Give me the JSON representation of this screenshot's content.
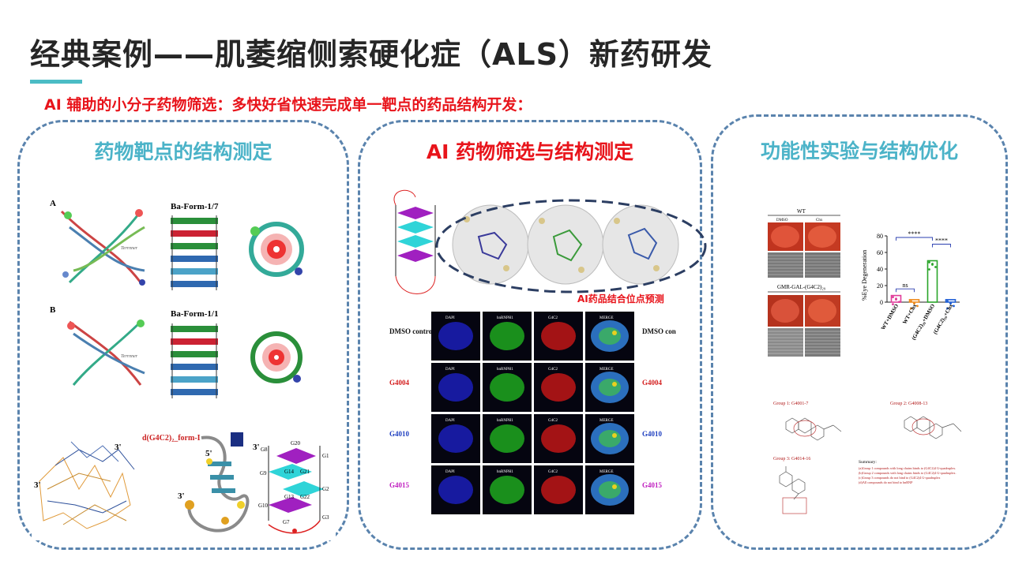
{
  "title": "经典案例——肌萎缩侧索硬化症（ALS）新药研发",
  "subtitle": "AI 辅助的小分子药物筛选：多快好省快速完成单一靶点的药品结构开发：",
  "colors": {
    "teal": "#4bbcc5",
    "red": "#e8141b",
    "panel_border": "#5a83ad"
  },
  "panels": {
    "left": {
      "title": "药物靶点的结构测定",
      "fig_a": {
        "label": "A",
        "heading": "Ba-Form-1/7",
        "mid": "Terrnner"
      },
      "fig_b": {
        "label": "B",
        "heading": "Ba-Form-1/1",
        "mid": "Terrnner"
      },
      "fig_c": {
        "heading": "d(G4C2)₂_form-I",
        "ends": [
          "3'",
          "3'",
          "5'",
          "3'",
          "3'"
        ],
        "g_labels": [
          "G8",
          "G20",
          "G1",
          "G14",
          "G21",
          "G9",
          "G2",
          "G13",
          "G22",
          "G10",
          "G7",
          "G3"
        ]
      }
    },
    "middle": {
      "title": "AI 药物筛选与结构测定",
      "prediction_label": "AI药品结合位点预测",
      "column_headers": [
        "DAPI",
        "hnRNPH1",
        "G4C2",
        "MERGE"
      ],
      "rows": [
        {
          "label": "DMSO control",
          "color": "#111111"
        },
        {
          "label": "G4004",
          "color": "#d42020"
        },
        {
          "label": "G4010",
          "color": "#2040c0"
        },
        {
          "label": "G4015",
          "color": "#c020c0"
        }
      ]
    },
    "right": {
      "title": "功能性实验与结构优化",
      "eye": {
        "wt": "WT",
        "gmr": "GMR-GAL-(G4C2)₂₉",
        "cols": [
          "DMSO",
          "Chx"
        ]
      },
      "groups": {
        "g1": "Group 1: G4001-7",
        "g2": "Group 2: G4008-13",
        "g3": "Group 3: G4014-16"
      },
      "summary_title": "Summary:",
      "summary": [
        "(a)Group 1 compounds with long chains binds to (G4C2)4  G-quadruplex.",
        "(b)Group 2 compounds with long chains binds to (G4C2)4  G-quadruplex.",
        "(c)Group 3 compounds do not bind to (G4C2)4  G-quadruplex",
        "(d)All compounds do not bind to hnRNP"
      ]
    }
  },
  "chart_data": {
    "type": "bar",
    "ylabel": "%Eye Degeneration",
    "ylim": [
      0,
      80
    ],
    "yticks": [
      0,
      20,
      40,
      60,
      80
    ],
    "categories": [
      "WT+DMSO",
      "WT+Chx",
      "(G4C2)₂₉+DMSO",
      "(G4C2)₂₉+Chx"
    ],
    "values": [
      8,
      3,
      50,
      3
    ],
    "colors": [
      "#e03c9a",
      "#f08c1e",
      "#2aa52a",
      "#1f5fd6"
    ],
    "annotations": [
      "****",
      "****",
      "ns"
    ]
  }
}
